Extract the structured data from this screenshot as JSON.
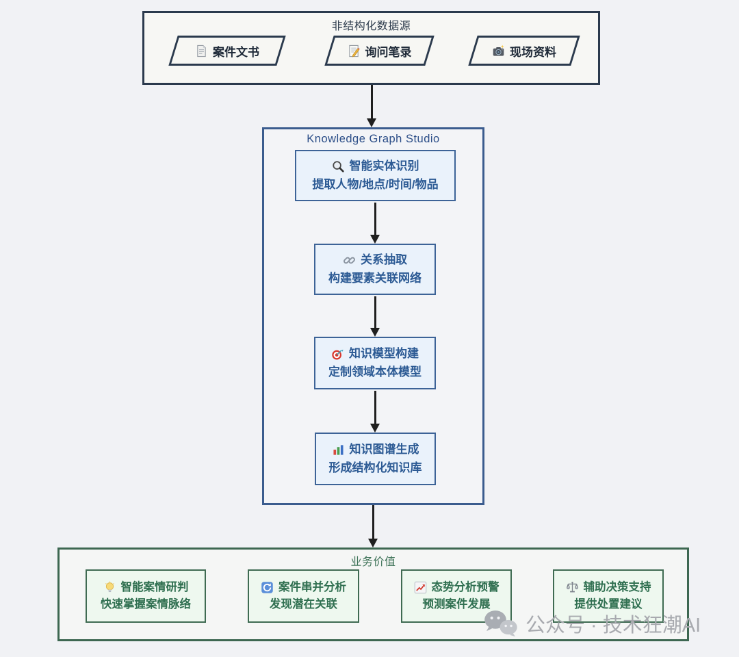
{
  "colors": {
    "page_bg": "#f1f2f5",
    "dark_navy_border": "#2b3a4d",
    "studio_border": "#3b5c8e",
    "studio_step_bg": "#eaf2fb",
    "studio_step_text": "#2c5a94",
    "value_border": "#3d6751",
    "value_item_bg": "#eef8ef",
    "value_text": "#2f6f50",
    "arrow": "#1f1f1f",
    "watermark_gray": "#a8aaaf"
  },
  "source_box": {
    "title": "非结构化数据源",
    "items": [
      {
        "icon": "document-icon",
        "label": "案件文书"
      },
      {
        "icon": "memo-icon",
        "label": "询问笔录"
      },
      {
        "icon": "camera-icon",
        "label": "现场资料"
      }
    ]
  },
  "studio_box": {
    "title": "Knowledge Graph Studio",
    "steps": [
      {
        "icon": "magnifier-icon",
        "line1": "智能实体识别",
        "line2": "提取人物/地点/时间/物品"
      },
      {
        "icon": "link-icon",
        "line1": "关系抽取",
        "line2": "构建要素关联网络"
      },
      {
        "icon": "target-icon",
        "line1": "知识模型构建",
        "line2": "定制领域本体模型"
      },
      {
        "icon": "bar-chart-icon",
        "line1": "知识图谱生成",
        "line2": "形成结构化知识库"
      }
    ]
  },
  "value_box": {
    "title": "业务价值",
    "items": [
      {
        "icon": "bulb-icon",
        "line1": "智能案情研判",
        "line2": "快速掌握案情脉络"
      },
      {
        "icon": "refresh-icon",
        "line1": "案件串并分析",
        "line2": "发现潜在关联"
      },
      {
        "icon": "chart-up-icon",
        "line1": "态势分析预警",
        "line2": "预测案件发展"
      },
      {
        "icon": "scales-icon",
        "line1": "辅助决策支持",
        "line2": "提供处置建议"
      }
    ]
  },
  "watermark": {
    "icon": "wechat-icon",
    "text": "公众号 · 技术狂潮AI"
  }
}
